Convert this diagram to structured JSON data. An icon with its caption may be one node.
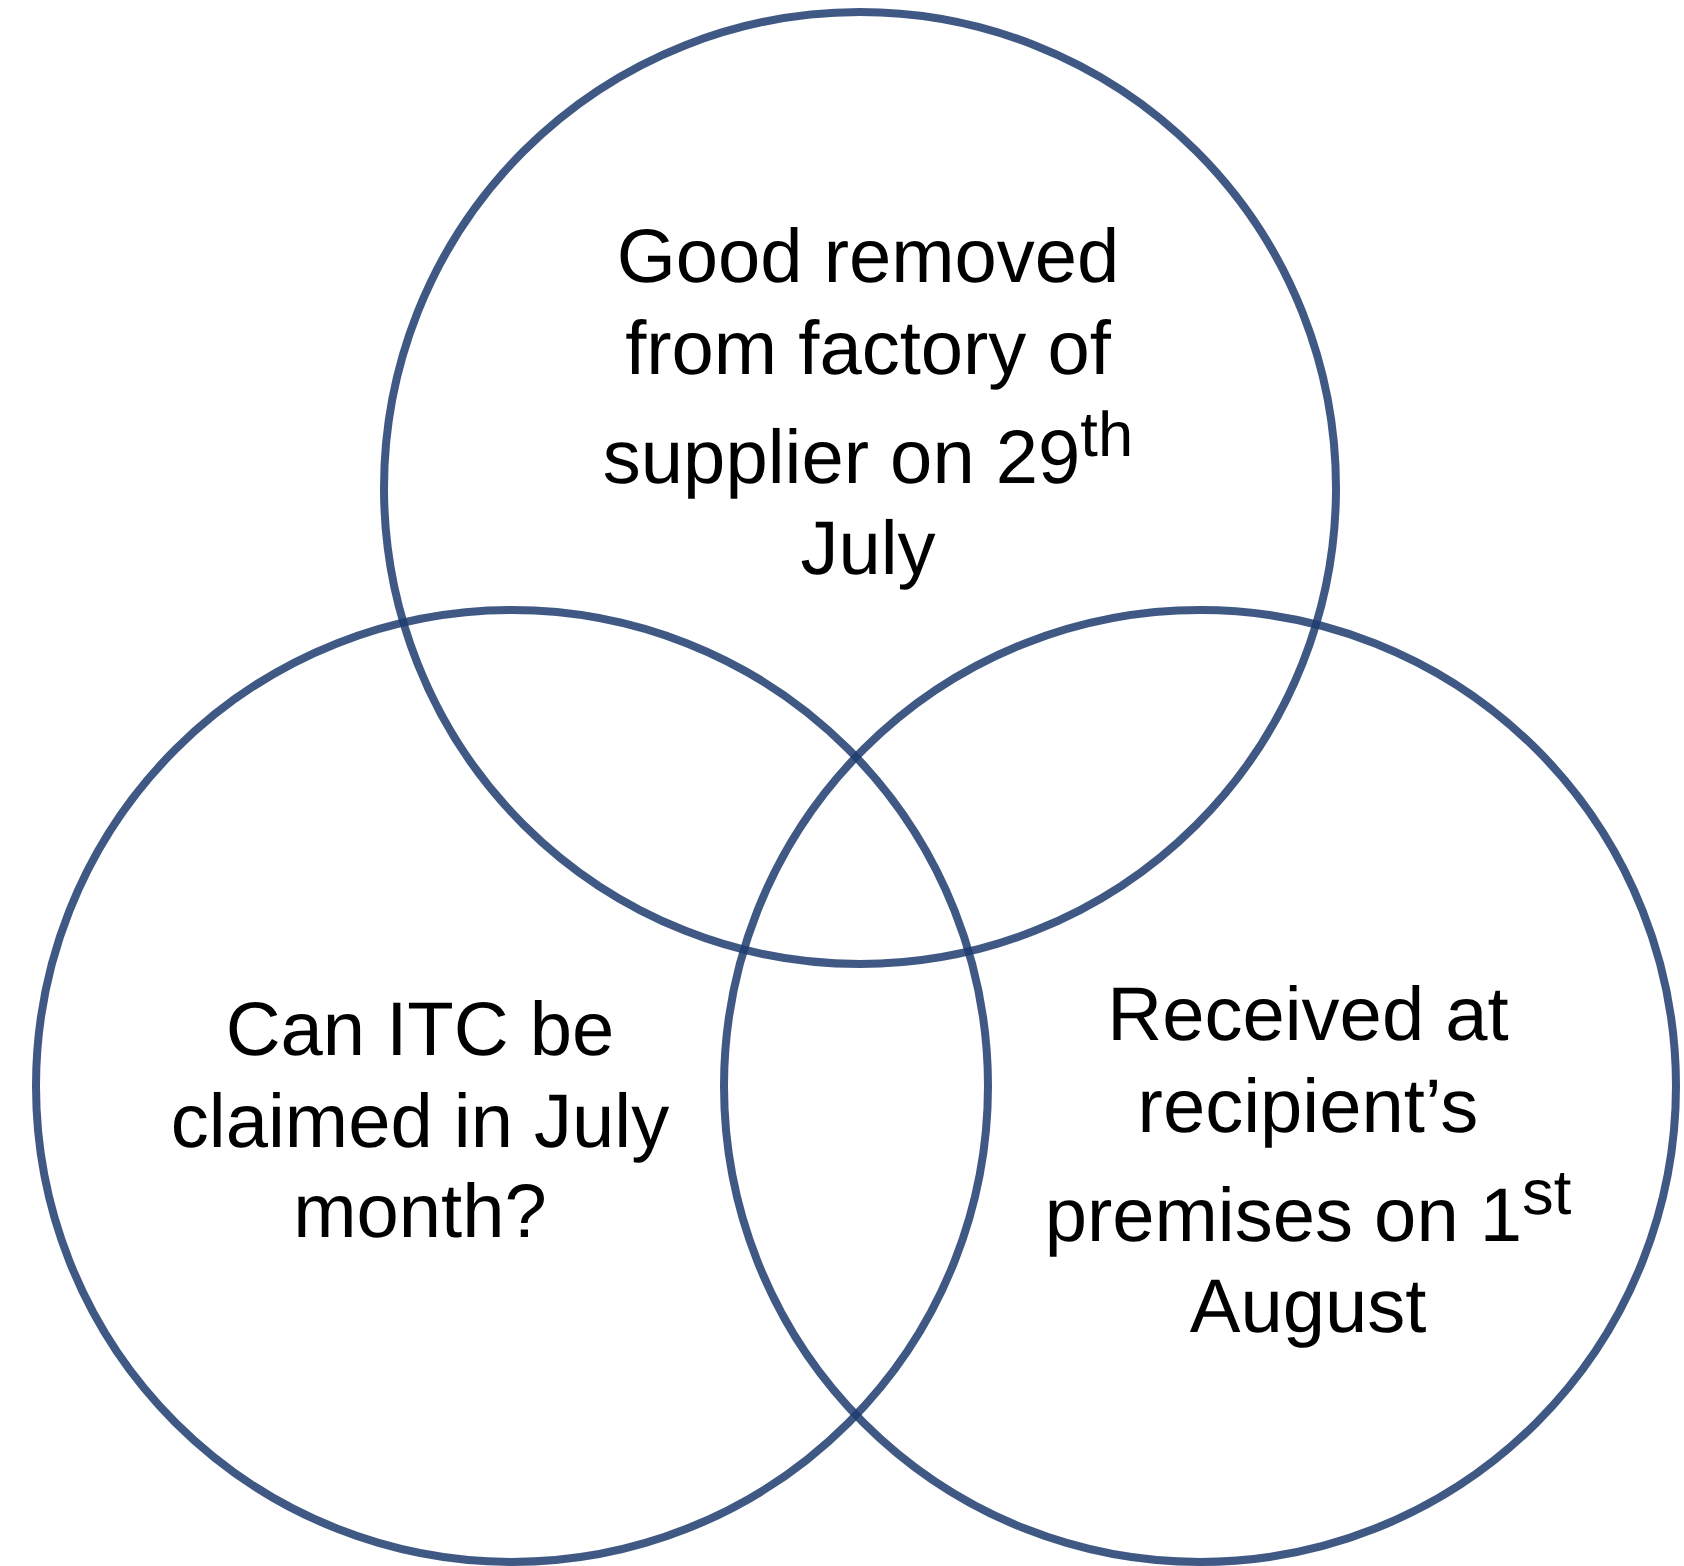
{
  "diagram": {
    "nodes": [
      {
        "text": [
          "Good removed from factory of supplier on 29$^{th}$ July"
        ]
      },
      {
        "text": [
          "Can ITC be claimed in July month?"
        ]
      },
      {
        "text": [
          "Received at recipient’s premises on 1$^{st}$ August"
        ]
      }
    ]
  }
}
